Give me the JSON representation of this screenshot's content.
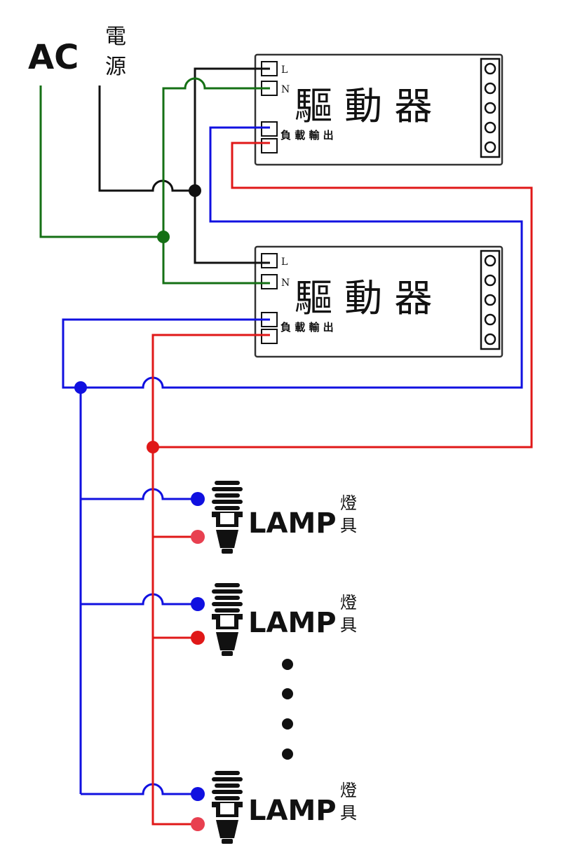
{
  "source": {
    "ac_label": "AC",
    "cn_label_1": "電",
    "cn_label_2": "源"
  },
  "drivers": [
    {
      "title": "驅 動 器",
      "terminal_L": "L",
      "terminal_N": "N",
      "output_label": "負 載 輸 出"
    },
    {
      "title": "驅 動 器",
      "terminal_L": "L",
      "terminal_N": "N",
      "output_label": "負 載 輸 出"
    }
  ],
  "lamps": [
    {
      "label": "LAMP",
      "cn_label_1": "燈",
      "cn_label_2": "具"
    },
    {
      "label": "LAMP",
      "cn_label_1": "燈",
      "cn_label_2": "具"
    },
    {
      "label": "LAMP",
      "cn_label_1": "燈",
      "cn_label_2": "具"
    }
  ],
  "colors": {
    "live_wire": "#111111",
    "neutral_wire": "#157015",
    "output_negative": "#1010e0",
    "output_positive": "#e01818",
    "box_border": "#333333"
  },
  "icons": [
    "lamp-bulb-icon",
    "terminal-block-icon",
    "ellipsis-dots-icon"
  ]
}
